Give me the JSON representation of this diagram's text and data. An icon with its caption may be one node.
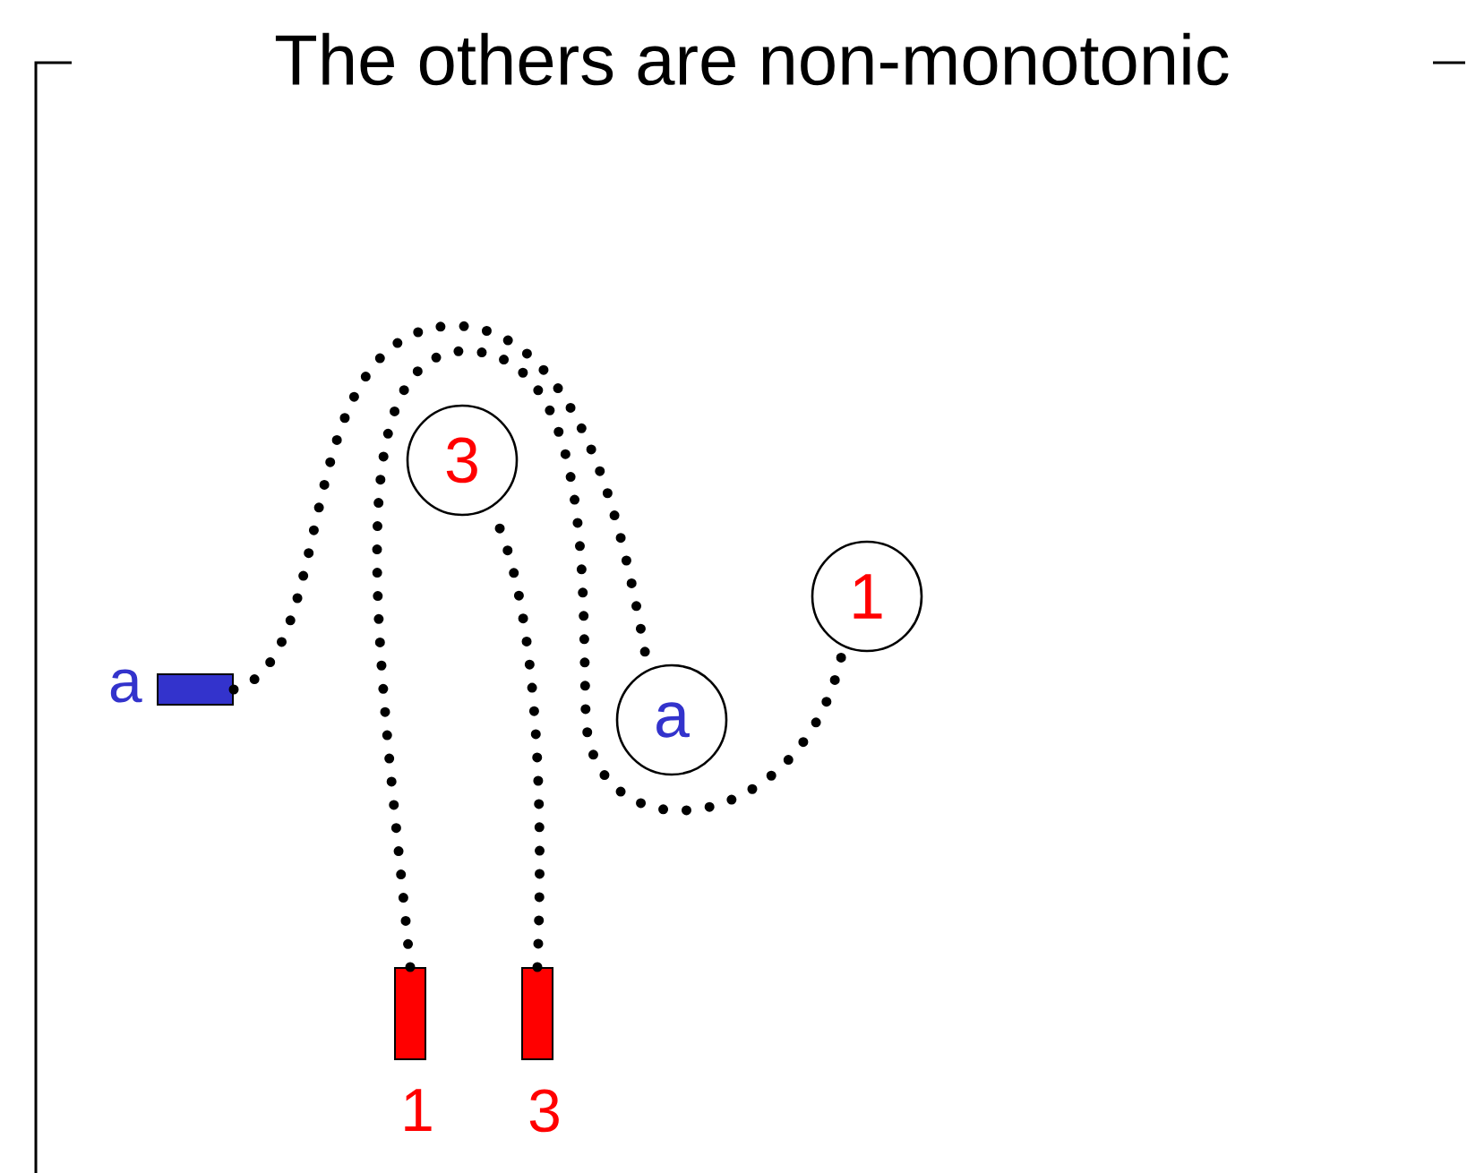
{
  "diagram": {
    "title": "The others are non-monotonic",
    "nodes": [
      {
        "text": [
          "3"
        ]
      },
      {
        "text": [
          "1"
        ]
      },
      {
        "text": [
          "a"
        ]
      },
      {
        "text": [
          "a"
        ]
      },
      {
        "text": [
          "1"
        ]
      },
      {
        "text": [
          "3"
        ]
      }
    ],
    "edges": [
      {
        "from": 2,
        "to": 3,
        "arrow": "none"
      },
      {
        "from": 4,
        "to": 1,
        "arrow": "none"
      },
      {
        "from": 5,
        "to": 0,
        "arrow": "none"
      }
    ]
  }
}
